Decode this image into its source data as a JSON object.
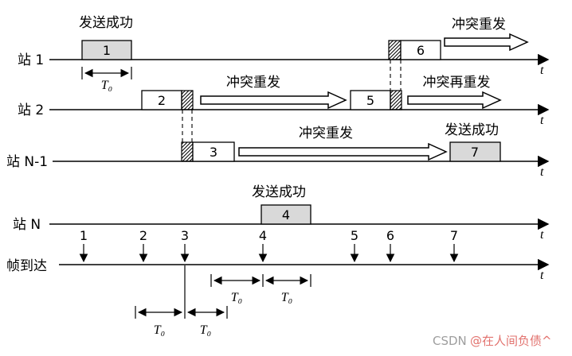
{
  "stations": {
    "row1": "站 1",
    "row2": "站 2",
    "row3": "站 N-1",
    "row4": "站 N",
    "arrival_row": "帧到达"
  },
  "labels": {
    "success": "发送成功",
    "collision_resend": "冲突重发",
    "collision_resend_again": "冲突再重发",
    "t0": "T₀",
    "time_axis": "t"
  },
  "frames": {
    "f1": "1",
    "f2": "2",
    "f3": "3",
    "f4": "4",
    "f5": "5",
    "f6": "6",
    "f7": "7"
  },
  "arrivals": {
    "a1": "1",
    "a2": "2",
    "a3": "3",
    "a4": "4",
    "a5": "5",
    "a6": "6",
    "a7": "7"
  },
  "watermark": {
    "brand": "CSDN ",
    "user": "@在人间负债^"
  },
  "colors": {
    "line": "#000000",
    "frame_success_fill": "#d9d9d9",
    "frame_pending_fill": "#ffffff",
    "watermark_brand": "#9e9e9e",
    "watermark_user": "#e2726e"
  }
}
